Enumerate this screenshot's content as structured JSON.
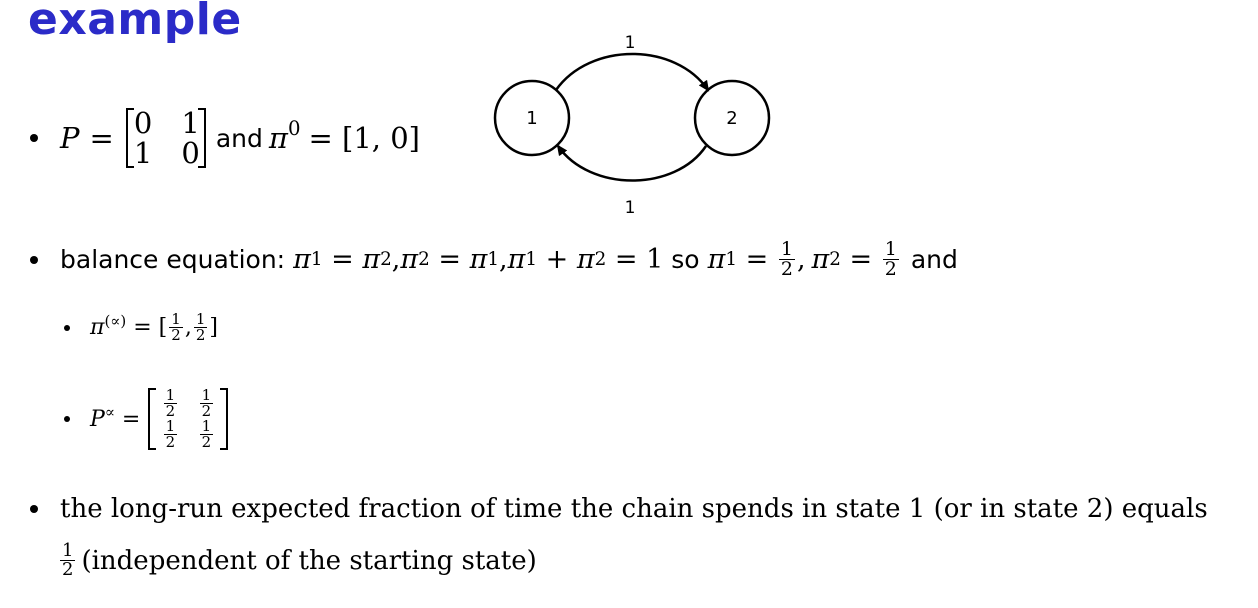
{
  "title": "example",
  "line1": {
    "p_label": "P",
    "eq": "=",
    "p_matrix": [
      [
        "0",
        "1"
      ],
      [
        "1",
        "0"
      ]
    ],
    "and_text": "and",
    "pi": "π",
    "pi_sup": "0",
    "pi_value": "= [1, 0]"
  },
  "diagram": {
    "state1": "1",
    "state2": "2",
    "edge_top_label": "1",
    "edge_bottom_label": "1"
  },
  "line2": {
    "prefix": "balance equation:",
    "pi": "π",
    "sub1": "1",
    "sub2": "2",
    "eq1_mid": " = ",
    "comma": ",",
    "plus": " + ",
    "eq_one": " = 1",
    "so_text": "so",
    "frac_num": "1",
    "frac_den": "2",
    "and_text": "and"
  },
  "line3": {
    "pi": "π",
    "sup": "(∝)",
    "eq": " = [",
    "frac_num": "1",
    "frac_den": "2",
    "sep": ",",
    "close": "]"
  },
  "line4": {
    "p_label": "P",
    "sup": "∝",
    "eq": " =",
    "frac_num": "1",
    "frac_den": "2"
  },
  "line5": {
    "text": "the long-run expected fraction of time the chain spends in state 1 (or in state 2) equals",
    "frac_num": "1",
    "frac_den": "2",
    "tail": "(independent of the starting state)"
  }
}
